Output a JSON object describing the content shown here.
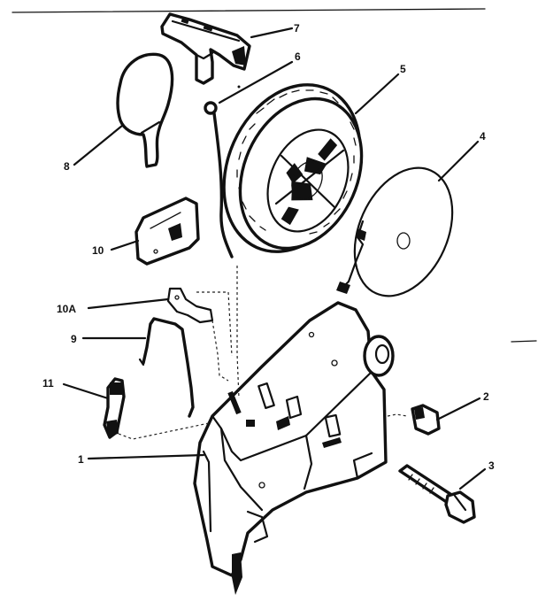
{
  "diagram": {
    "part_callouts": [
      {
        "id": "part-1",
        "label": "1"
      },
      {
        "id": "part-2",
        "label": "2"
      },
      {
        "id": "part-3",
        "label": "3"
      },
      {
        "id": "part-4",
        "label": "4"
      },
      {
        "id": "part-5",
        "label": "5"
      },
      {
        "id": "part-6",
        "label": "6"
      },
      {
        "id": "part-7",
        "label": "7"
      },
      {
        "id": "part-8",
        "label": "8"
      },
      {
        "id": "part-9",
        "label": "9"
      },
      {
        "id": "part-10",
        "label": "10"
      },
      {
        "id": "part-10a",
        "label": "10A"
      },
      {
        "id": "part-11",
        "label": "11"
      }
    ],
    "colors": {
      "ink": "#111111",
      "paper": "#ffffff"
    }
  }
}
